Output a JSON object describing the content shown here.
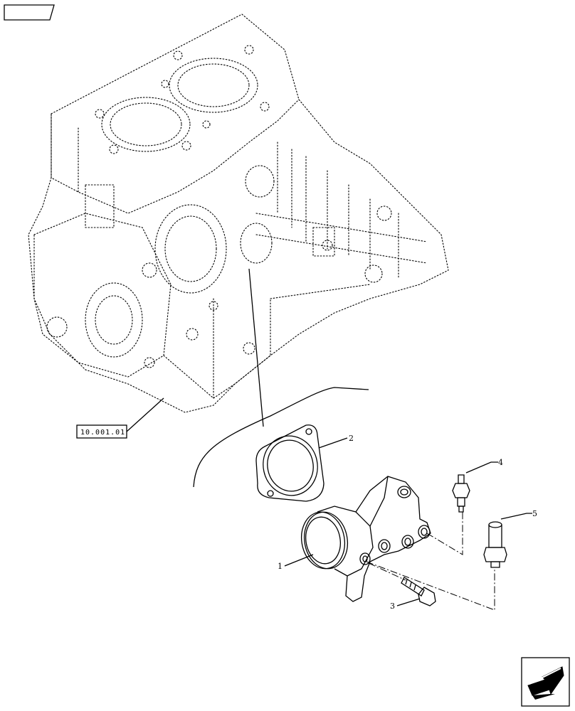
{
  "callouts": [
    {
      "id": "1",
      "label": "1"
    },
    {
      "id": "2",
      "label": "2"
    },
    {
      "id": "3",
      "label": "3"
    },
    {
      "id": "4",
      "label": "4"
    },
    {
      "id": "5",
      "label": "5"
    }
  ],
  "reference_box": {
    "label": "10.001.01"
  },
  "top_tab": {
    "label": ""
  },
  "nav_icon": "arrow-down-left-icon"
}
